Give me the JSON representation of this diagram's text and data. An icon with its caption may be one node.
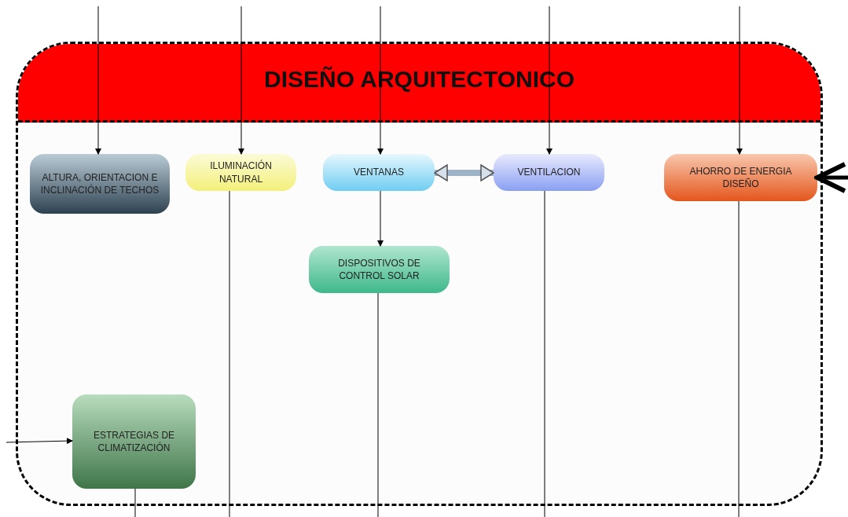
{
  "diagram": {
    "nodes": [
      {
        "text": [
          "DISEÑO ARQUITECTONICO"
        ]
      },
      {
        "text": [
          "ALTURA, ORIENTACION E INCLINACIÓN DE TECHOS"
        ],
        "in": 0
      },
      {
        "text": [
          "ILUMINACIÓN NATURAL"
        ],
        "in": 0
      },
      {
        "text": [
          "VENTANAS"
        ],
        "in": 0
      },
      {
        "text": [
          "VENTILACION"
        ],
        "in": 0
      },
      {
        "text": [
          "AHORRO DE ENERGIA DISEÑO"
        ],
        "in": 0
      },
      {
        "text": [
          "DISPOSITIVOS DE CONTROL SOLAR"
        ],
        "in": 0
      },
      {
        "text": [
          "ESTRATEGIAS DE CLIMATIZACIÓN"
        ],
        "in": 0
      }
    ],
    "edges": [
      {
        "from": null,
        "to": 1,
        "arrow": "to"
      },
      {
        "from": null,
        "to": 2,
        "arrow": "to"
      },
      {
        "from": null,
        "to": 3,
        "arrow": "to"
      },
      {
        "from": null,
        "to": 4,
        "arrow": "to"
      },
      {
        "from": null,
        "to": 5,
        "arrow": "to"
      },
      {
        "from": null,
        "to": 5,
        "arrow": "to",
        "style": "thick"
      },
      {
        "from": 3,
        "to": 4,
        "arrow": "both",
        "style": "thick",
        "color": "#9fb3c8"
      },
      {
        "from": 3,
        "to": 6,
        "arrow": "to"
      },
      {
        "from": null,
        "to": 7,
        "arrow": "to"
      },
      {
        "from": 2,
        "to": null,
        "arrow": "none"
      },
      {
        "from": 6,
        "to": null,
        "arrow": "none"
      },
      {
        "from": 4,
        "to": null,
        "arrow": "none"
      },
      {
        "from": 5,
        "to": null,
        "arrow": "none"
      },
      {
        "from": 7,
        "to": null,
        "arrow": "none"
      }
    ]
  }
}
